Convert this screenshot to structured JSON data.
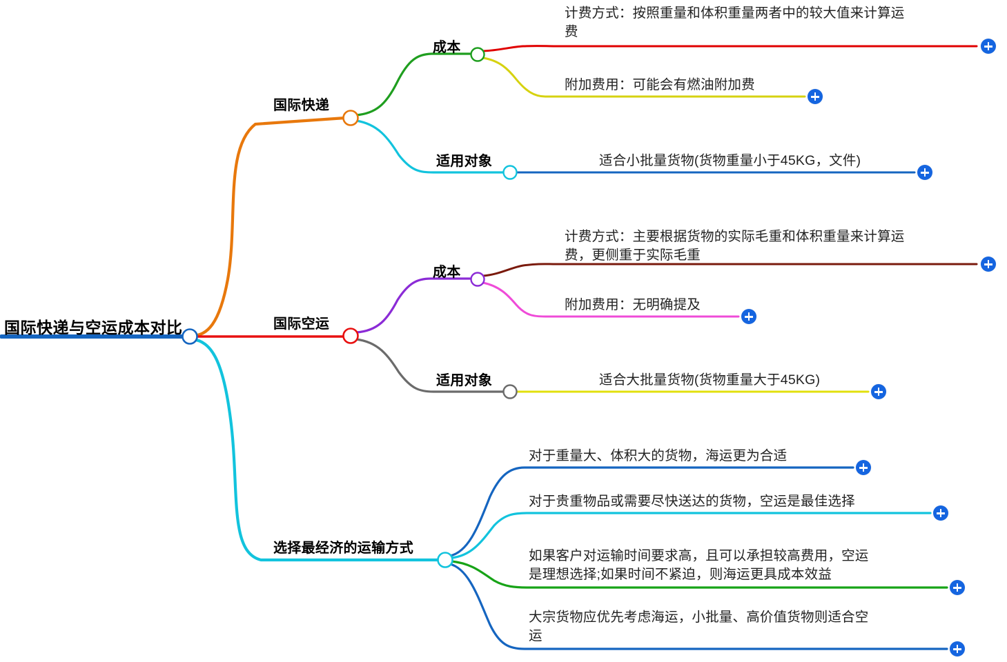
{
  "map": {
    "title": "国际快递与空运成本对比",
    "root": {
      "label": "国际快递与空运成本对比",
      "color": "#1565c0",
      "node_color": "#1565c0"
    },
    "branches": [
      {
        "label": "国际快递",
        "color": "#e8780c",
        "node_color": "#e8780c",
        "children": [
          {
            "label": "成本",
            "color": "#1f9e1f",
            "node_color": "#1f9e1f",
            "children": [
              {
                "label": "计费方式：按照重量和体积重量两者中的较大值来计算运费",
                "lines": [
                  "计费方式：按照重量和体积重量两者中的较大值来计算运",
                  "费"
                ],
                "color": "#e00000",
                "expand_label": "+"
              },
              {
                "label": "附加费用：可能会有燃油附加费",
                "lines": [
                  "附加费用：可能会有燃油附加费"
                ],
                "color": "#d6d210",
                "expand_label": "+"
              }
            ]
          },
          {
            "label": "适用对象",
            "color": "#12c3dd",
            "node_color": "#12c3dd",
            "children": [
              {
                "label": "适合小批量货物(货物重量小于45KG，文件)",
                "lines": [
                  "适合小批量货物(货物重量小于45KG，文件)"
                ],
                "color": "#1565c0",
                "expand_label": "+"
              }
            ]
          }
        ]
      },
      {
        "label": "国际空运",
        "color": "#e81010",
        "node_color": "#e81010",
        "children": [
          {
            "label": "成本",
            "color": "#8b2bd6",
            "node_color": "#8b2bd6",
            "children": [
              {
                "label": "计费方式：主要根据货物的实际毛重和体积重量来计算运费，更侧重于实际毛重",
                "lines": [
                  "计费方式：主要根据货物的实际毛重和体积重量来计算运",
                  "费，更侧重于实际毛重"
                ],
                "color": "#7a1a0c",
                "expand_label": "+"
              },
              {
                "label": "附加费用：无明确提及",
                "lines": [
                  "附加费用：无明确提及"
                ],
                "color": "#ef4bd8",
                "expand_label": "+"
              }
            ]
          },
          {
            "label": "适用对象",
            "color": "#6b6b6b",
            "node_color": "#6b6b6b",
            "children": [
              {
                "label": "适合大批量货物(货物重量大于45KG)",
                "lines": [
                  "适合大批量货物(货物重量大于45KG)"
                ],
                "color": "#e2e00c",
                "expand_label": "+"
              }
            ]
          }
        ]
      },
      {
        "label": "选择最经济的运输方式",
        "color": "#12c3dd",
        "node_color": "#12c3dd",
        "children": [
          {
            "label": "对于重量大、体积大的货物，海运更为合适",
            "lines": [
              "对于重量大、体积大的货物，海运更为合适"
            ],
            "color": "#1565c0",
            "expand_label": "+"
          },
          {
            "label": "对于贵重物品或需要尽快送达的货物，空运是最佳选择",
            "lines": [
              "对于贵重物品或需要尽快送达的货物，空运是最佳选择"
            ],
            "color": "#12c3dd",
            "expand_label": "+"
          },
          {
            "label": "如果客户对运输时间要求高，且可以承担较高费用，空运是理想选择;如果时间不紧迫，则海运更具成本效益",
            "lines": [
              "如果客户对运输时间要求高，且可以承担较高费用，空运",
              "是理想选择;如果时间不紧迫，则海运更具成本效益"
            ],
            "color": "#17a317",
            "expand_label": "+"
          },
          {
            "label": "大宗货物应优先考虑海运，小批量、高价值货物则适合空运",
            "lines": [
              "大宗货物应优先考虑海运，小批量、高价值货物则适合空",
              "运"
            ],
            "color": "#1565c0",
            "expand_label": "+"
          }
        ]
      }
    ]
  },
  "labels": {
    "root": "国际快递与空运成本对比",
    "b1": "国际快递",
    "b1_cost": "成本",
    "b1_cost_l1a": "计费方式：按照重量和体积重量两者中的较大值来计算运",
    "b1_cost_l1b": "费",
    "b1_cost_l2": "附加费用：可能会有燃油附加费",
    "b1_target": "适用对象",
    "b1_target_l1": "适合小批量货物(货物重量小于45KG，文件)",
    "b2": "国际空运",
    "b2_cost": "成本",
    "b2_cost_l1a": "计费方式：主要根据货物的实际毛重和体积重量来计算运",
    "b2_cost_l1b": "费，更侧重于实际毛重",
    "b2_cost_l2": "附加费用：无明确提及",
    "b2_target": "适用对象",
    "b2_target_l1": "适合大批量货物(货物重量大于45KG)",
    "b3": "选择最经济的运输方式",
    "b3_l1": "对于重量大、体积大的货物，海运更为合适",
    "b3_l2": "对于贵重物品或需要尽快送达的货物，空运是最佳选择",
    "b3_l3a": "如果客户对运输时间要求高，且可以承担较高费用，空运",
    "b3_l3b": "是理想选择;如果时间不紧迫，则海运更具成本效益",
    "b3_l4a": "大宗货物应优先考虑海运，小批量、高价值货物则适合空",
    "b3_l4b": "运"
  },
  "colors": {
    "root": "#1565c0",
    "express": "#e8780c",
    "air": "#e81010",
    "choose": "#12c3dd",
    "cost_express": "#1f9e1f",
    "cost_air": "#8b2bd6",
    "target_express": "#12c3dd",
    "target_air": "#6b6b6b",
    "plus_button": "#1565e0"
  }
}
